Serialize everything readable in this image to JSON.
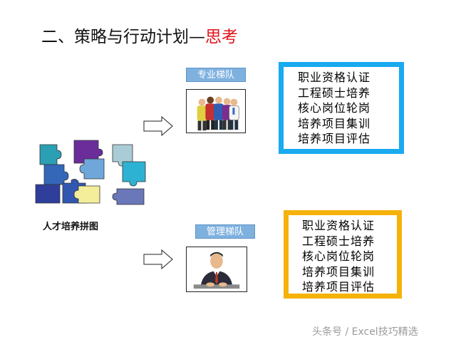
{
  "title": {
    "main": "二、策略与行动计划—",
    "accent": "思考"
  },
  "puzzle": {
    "caption": "人才培养拼图",
    "icon": "puzzle-pieces-icon"
  },
  "colors": {
    "accent": "#e0141c",
    "top_border": "#19aaf0",
    "bottom_border": "#f5b20a",
    "label_bg": "#7fb1df"
  },
  "teams": [
    {
      "label": "专业梯队",
      "icon": "group-of-people-icon",
      "items": [
        "职业资格认证",
        "工程硕士培养",
        "核心岗位轮岗",
        "培养项目集训",
        "培养项目评估"
      ]
    },
    {
      "label": "管理梯队",
      "icon": "manager-at-desk-icon",
      "items": [
        "职业资格认证",
        "工程硕士培养",
        "核心岗位轮岗",
        "培养项目集训",
        "培养项目评估"
      ]
    }
  ],
  "watermark": "头条号 / Excel技巧精选"
}
